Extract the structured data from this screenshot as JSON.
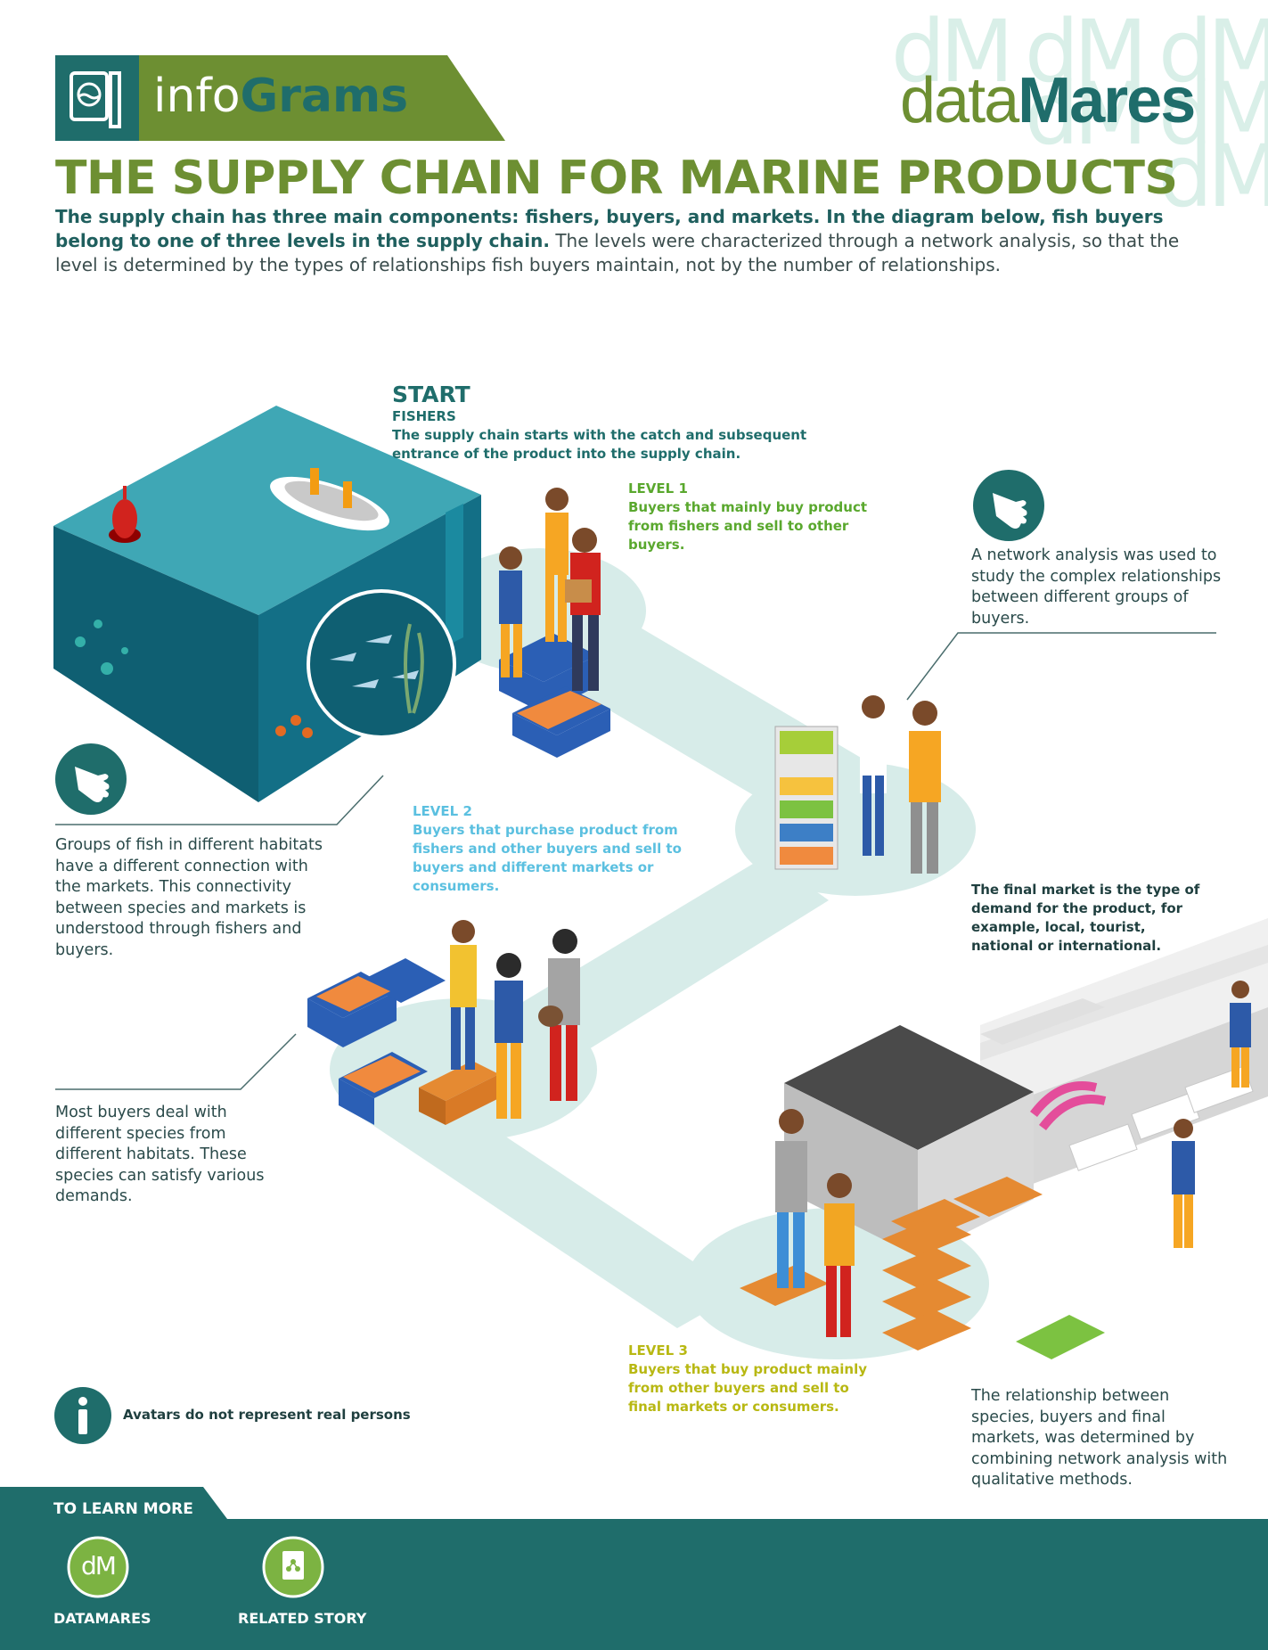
{
  "header": {
    "banner_prefix": "info",
    "banner_bold": "Grams",
    "brand_prefix": "data",
    "brand_bold": "Mares",
    "watermark": "dM"
  },
  "title": "THE SUPPLY CHAIN FOR MARINE PRODUCTS",
  "intro": {
    "bold": "The supply chain has three main components: fishers, buyers, and markets. In the diagram below, fish buyers belong to one of three levels in the supply chain.",
    "regular": " The levels were characterized through a network analysis, so that the level is determined by the types of relationships fish buyers maintain, not by the number of relationships."
  },
  "start": {
    "heading": "START",
    "subheading": "FISHERS",
    "text": "The supply chain starts with the catch and subsequent entrance of the product into the supply chain."
  },
  "levels": [
    {
      "label": "LEVEL 1",
      "text": "Buyers that mainly buy product from fishers and sell to other buyers.",
      "color": "#5aa82e"
    },
    {
      "label": "LEVEL 2",
      "text": "Buyers that purchase product from fishers and other buyers and sell to buyers and different markets or consumers.",
      "color": "#5bc0e0"
    },
    {
      "label": "LEVEL 3",
      "text": "Buyers that buy product mainly from other buyers and sell to final markets or consumers.",
      "color": "#b8b813"
    }
  ],
  "notes": {
    "network": "A network analysis was used to study the complex relationships between different groups of buyers.",
    "habitats": "Groups of fish in different habitats have a different connection with the markets. This connectivity between species and markets is understood through fishers and buyers.",
    "species": "Most buyers deal with different species from different habitats. These species can satisfy various demands.",
    "final_market": "The final market is the type of demand for the product, for example, local, tourist, national or international.",
    "relationship": "The relationship between species, buyers and final markets, was determined by combining network analysis with qualitative methods.",
    "avatars": "Avatars do not represent real persons"
  },
  "footer": {
    "heading": "TO LEARN MORE",
    "buttons": [
      {
        "label": "DATAMARES",
        "icon_text": "dM"
      },
      {
        "label": "RELATED STORY"
      }
    ]
  },
  "colors": {
    "teal": "#1f6d6b",
    "green": "#6d8f32",
    "path": "#d7ece9"
  }
}
